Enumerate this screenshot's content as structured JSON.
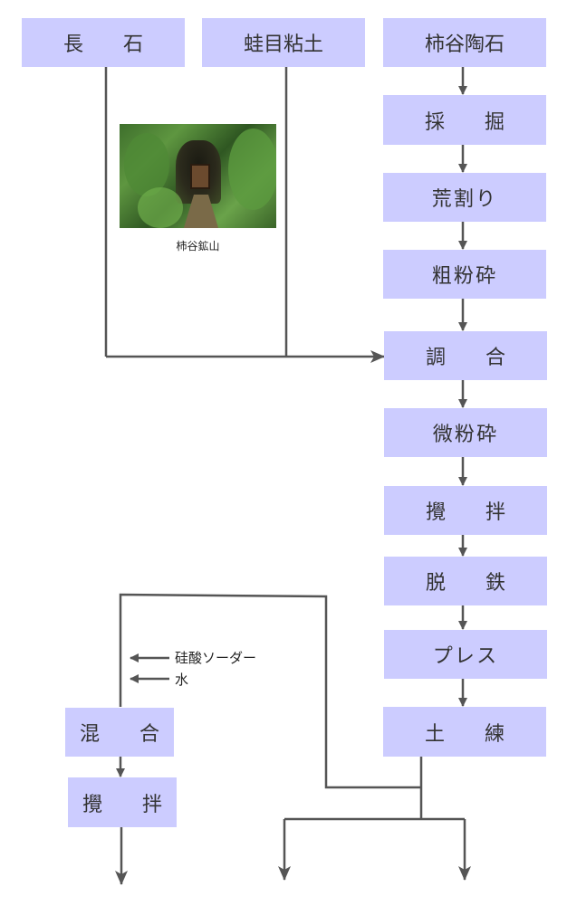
{
  "top": {
    "feldspar": "長　　石",
    "gairome": "蛙目粘土",
    "kakitani": "柿谷陶石"
  },
  "steps": {
    "mining": "採　　掘",
    "rough_split": "荒割り",
    "coarse_crush": "粗粉砕",
    "blending": "調　　合",
    "fine_crush": "微粉砕",
    "stir1": "攪　　拌",
    "deiron": "脱　　鉄",
    "press": "プレス",
    "kneading": "土　　練"
  },
  "side": {
    "mix": "混　　合",
    "stir2": "攪　　拌",
    "note1": "硅酸ソーダー",
    "note2": "水"
  },
  "photo": {
    "caption": "柿谷鉱山"
  },
  "colors": {
    "box": "#ccccff",
    "line": "#555555"
  }
}
